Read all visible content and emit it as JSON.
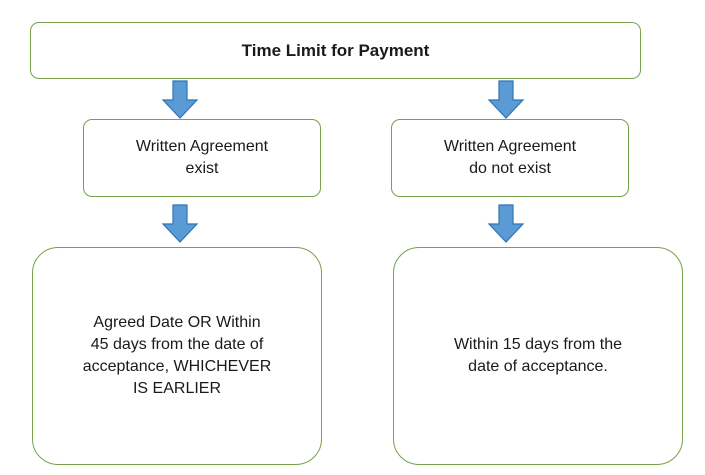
{
  "diagram": {
    "type": "flowchart",
    "title_node": {
      "label": "Time Limit for Payment"
    },
    "nodes": [
      {
        "id": "mid-left",
        "label": "Written Agreement\nexist"
      },
      {
        "id": "mid-right",
        "label": "Written Agreement\ndo not exist"
      },
      {
        "id": "bottom-left",
        "label": "Agreed Date OR Within\n45 days from the date of\nacceptance, WHICHEVER\nIS EARLIER"
      },
      {
        "id": "bottom-right",
        "label": "Within 15 days from the\ndate of acceptance."
      }
    ],
    "arrows": [
      {
        "id": "title-to-left",
        "direction": "down"
      },
      {
        "id": "title-to-right",
        "direction": "down"
      },
      {
        "id": "left-to-bottom",
        "direction": "down"
      },
      {
        "id": "right-to-bottom",
        "direction": "down"
      }
    ],
    "colors": {
      "node_border": "#77A14B",
      "node_fill": "#FFFFFF",
      "arrow_fill": "#5B9BD5",
      "arrow_border": "#2E74B5",
      "text": "#1a1a1a",
      "background": "#FFFFFF"
    }
  }
}
